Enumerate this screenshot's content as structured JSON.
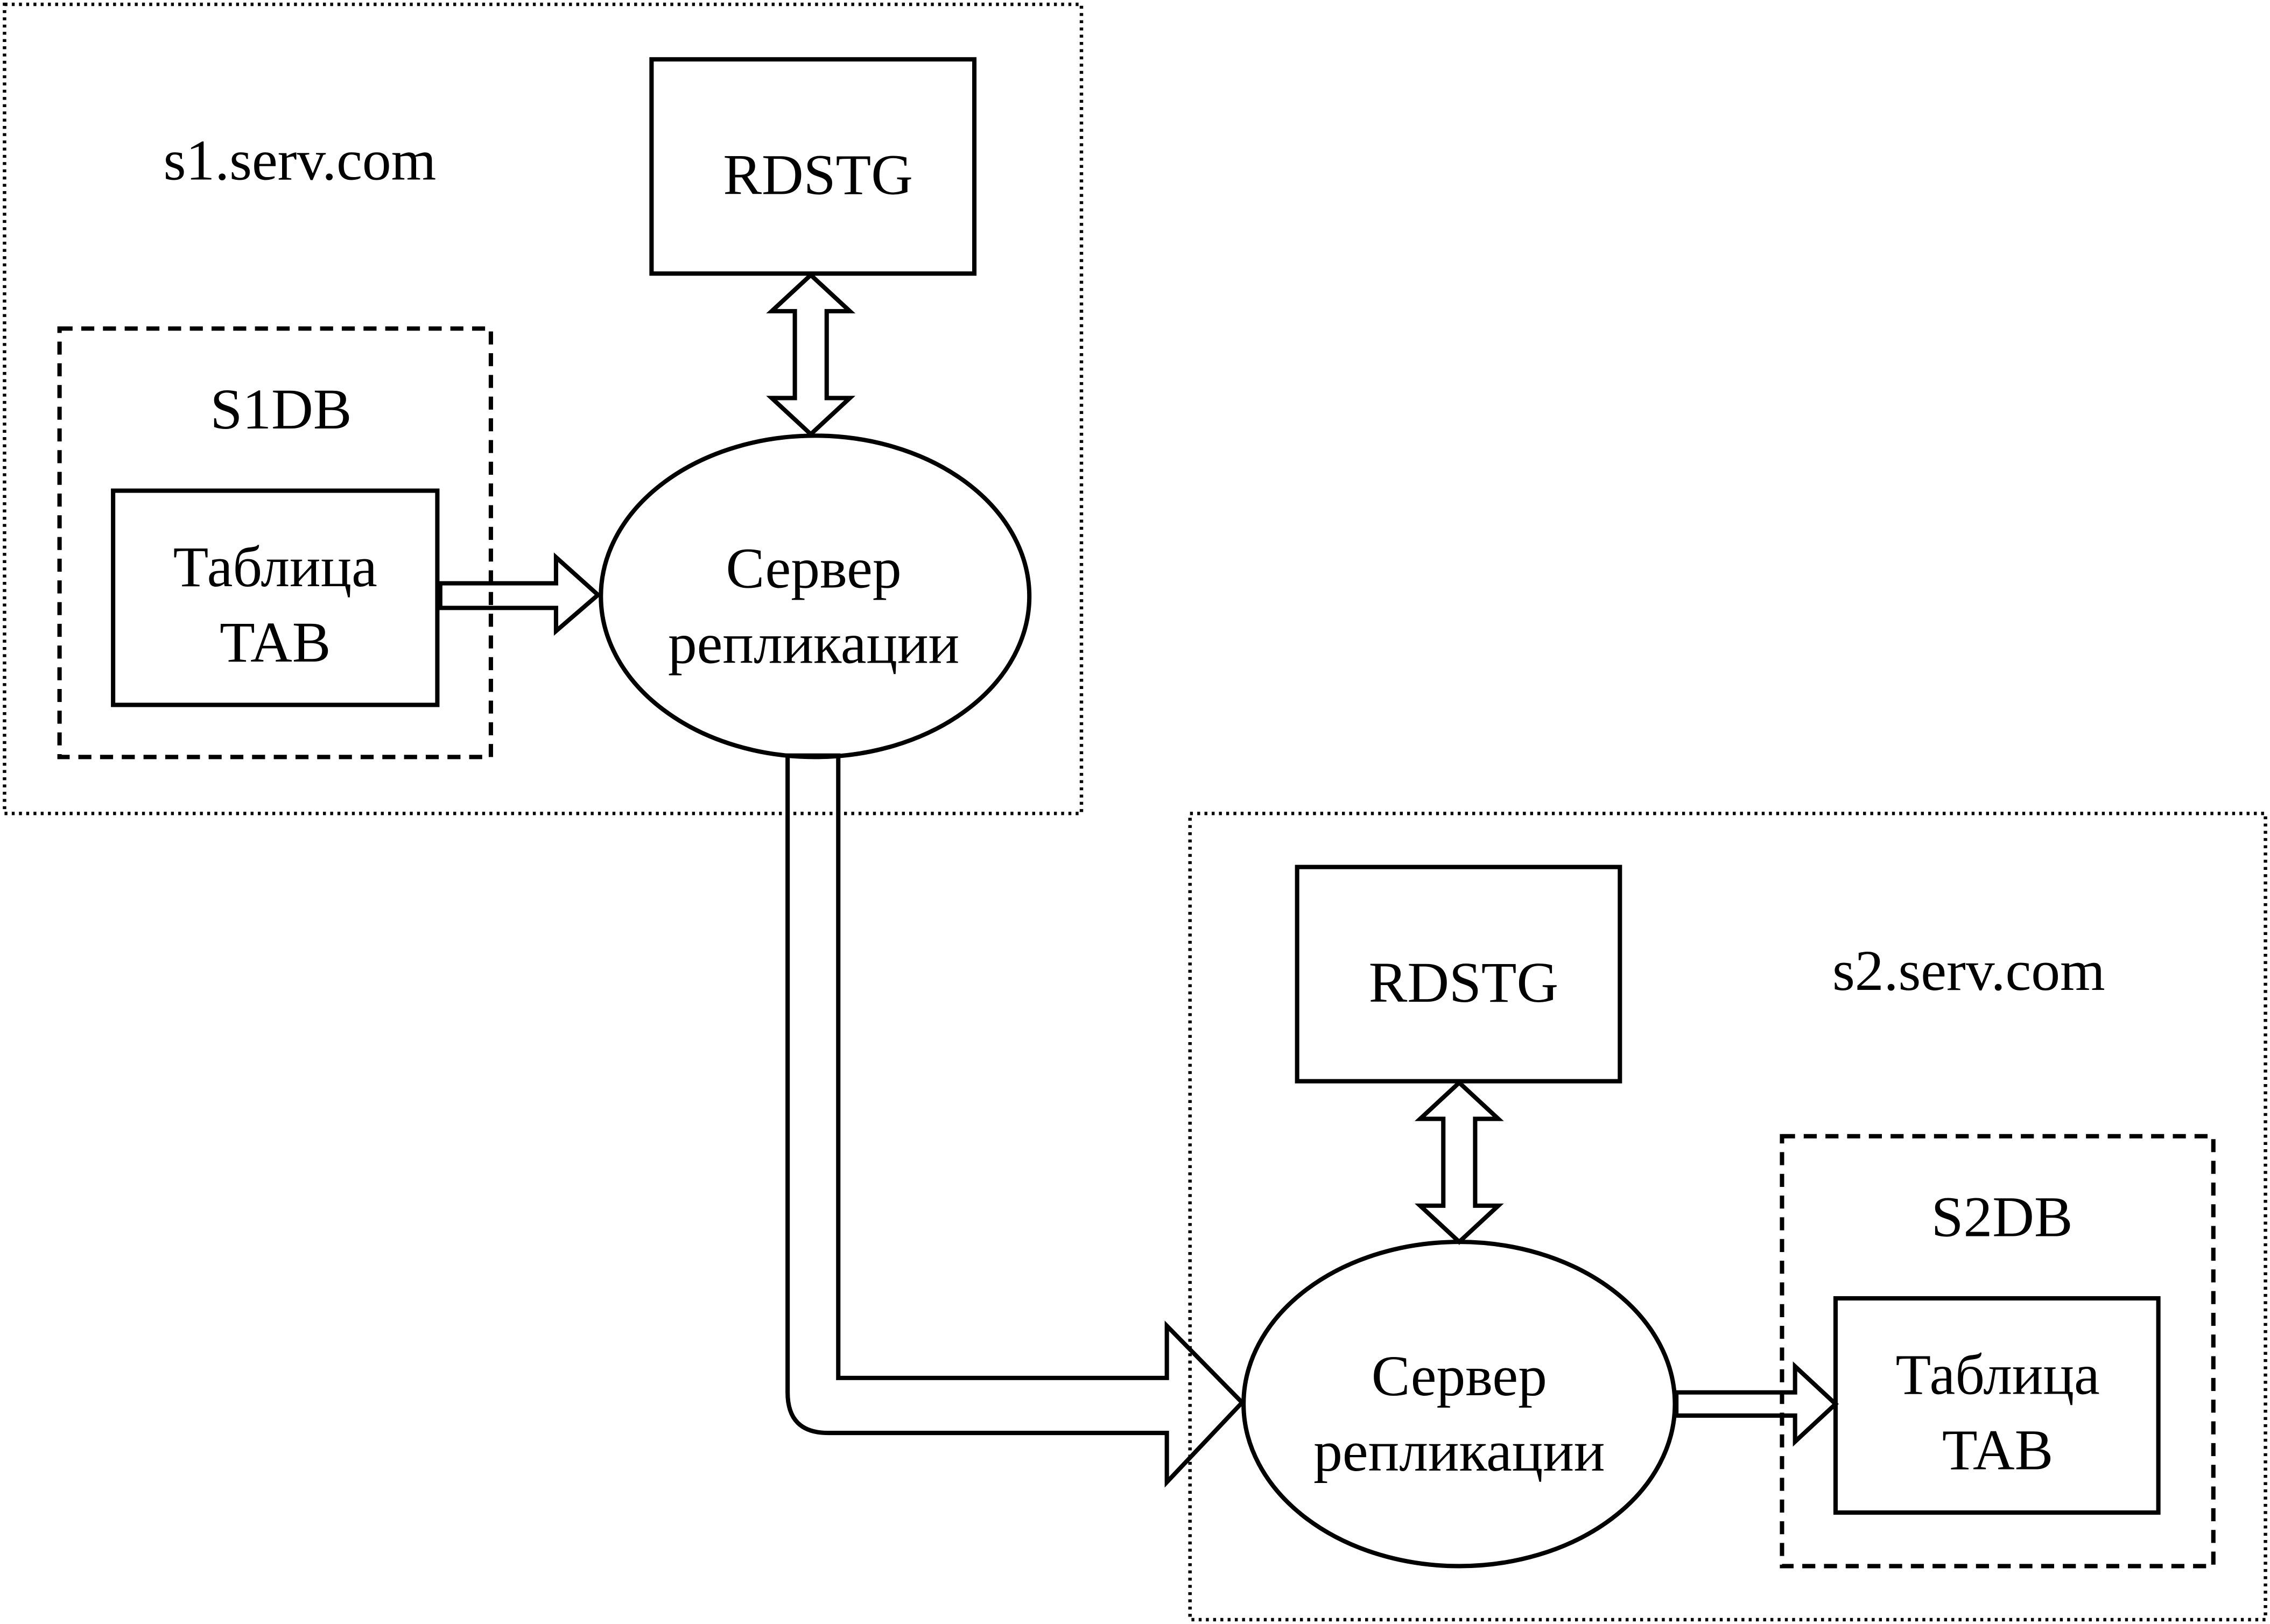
{
  "server1": {
    "host": "s1.serv.com",
    "storage": "RDSTG",
    "database": "S1DB",
    "table_line1": "Таблица",
    "table_line2": "TAB",
    "replicator_line1": "Сервер",
    "replicator_line2": "репликации"
  },
  "server2": {
    "host": "s2.serv.com",
    "storage": "RDSTG",
    "database": "S2DB",
    "table_line1": "Таблица",
    "table_line2": "TAB",
    "replicator_line1": "Сервер",
    "replicator_line2": "репликации"
  }
}
